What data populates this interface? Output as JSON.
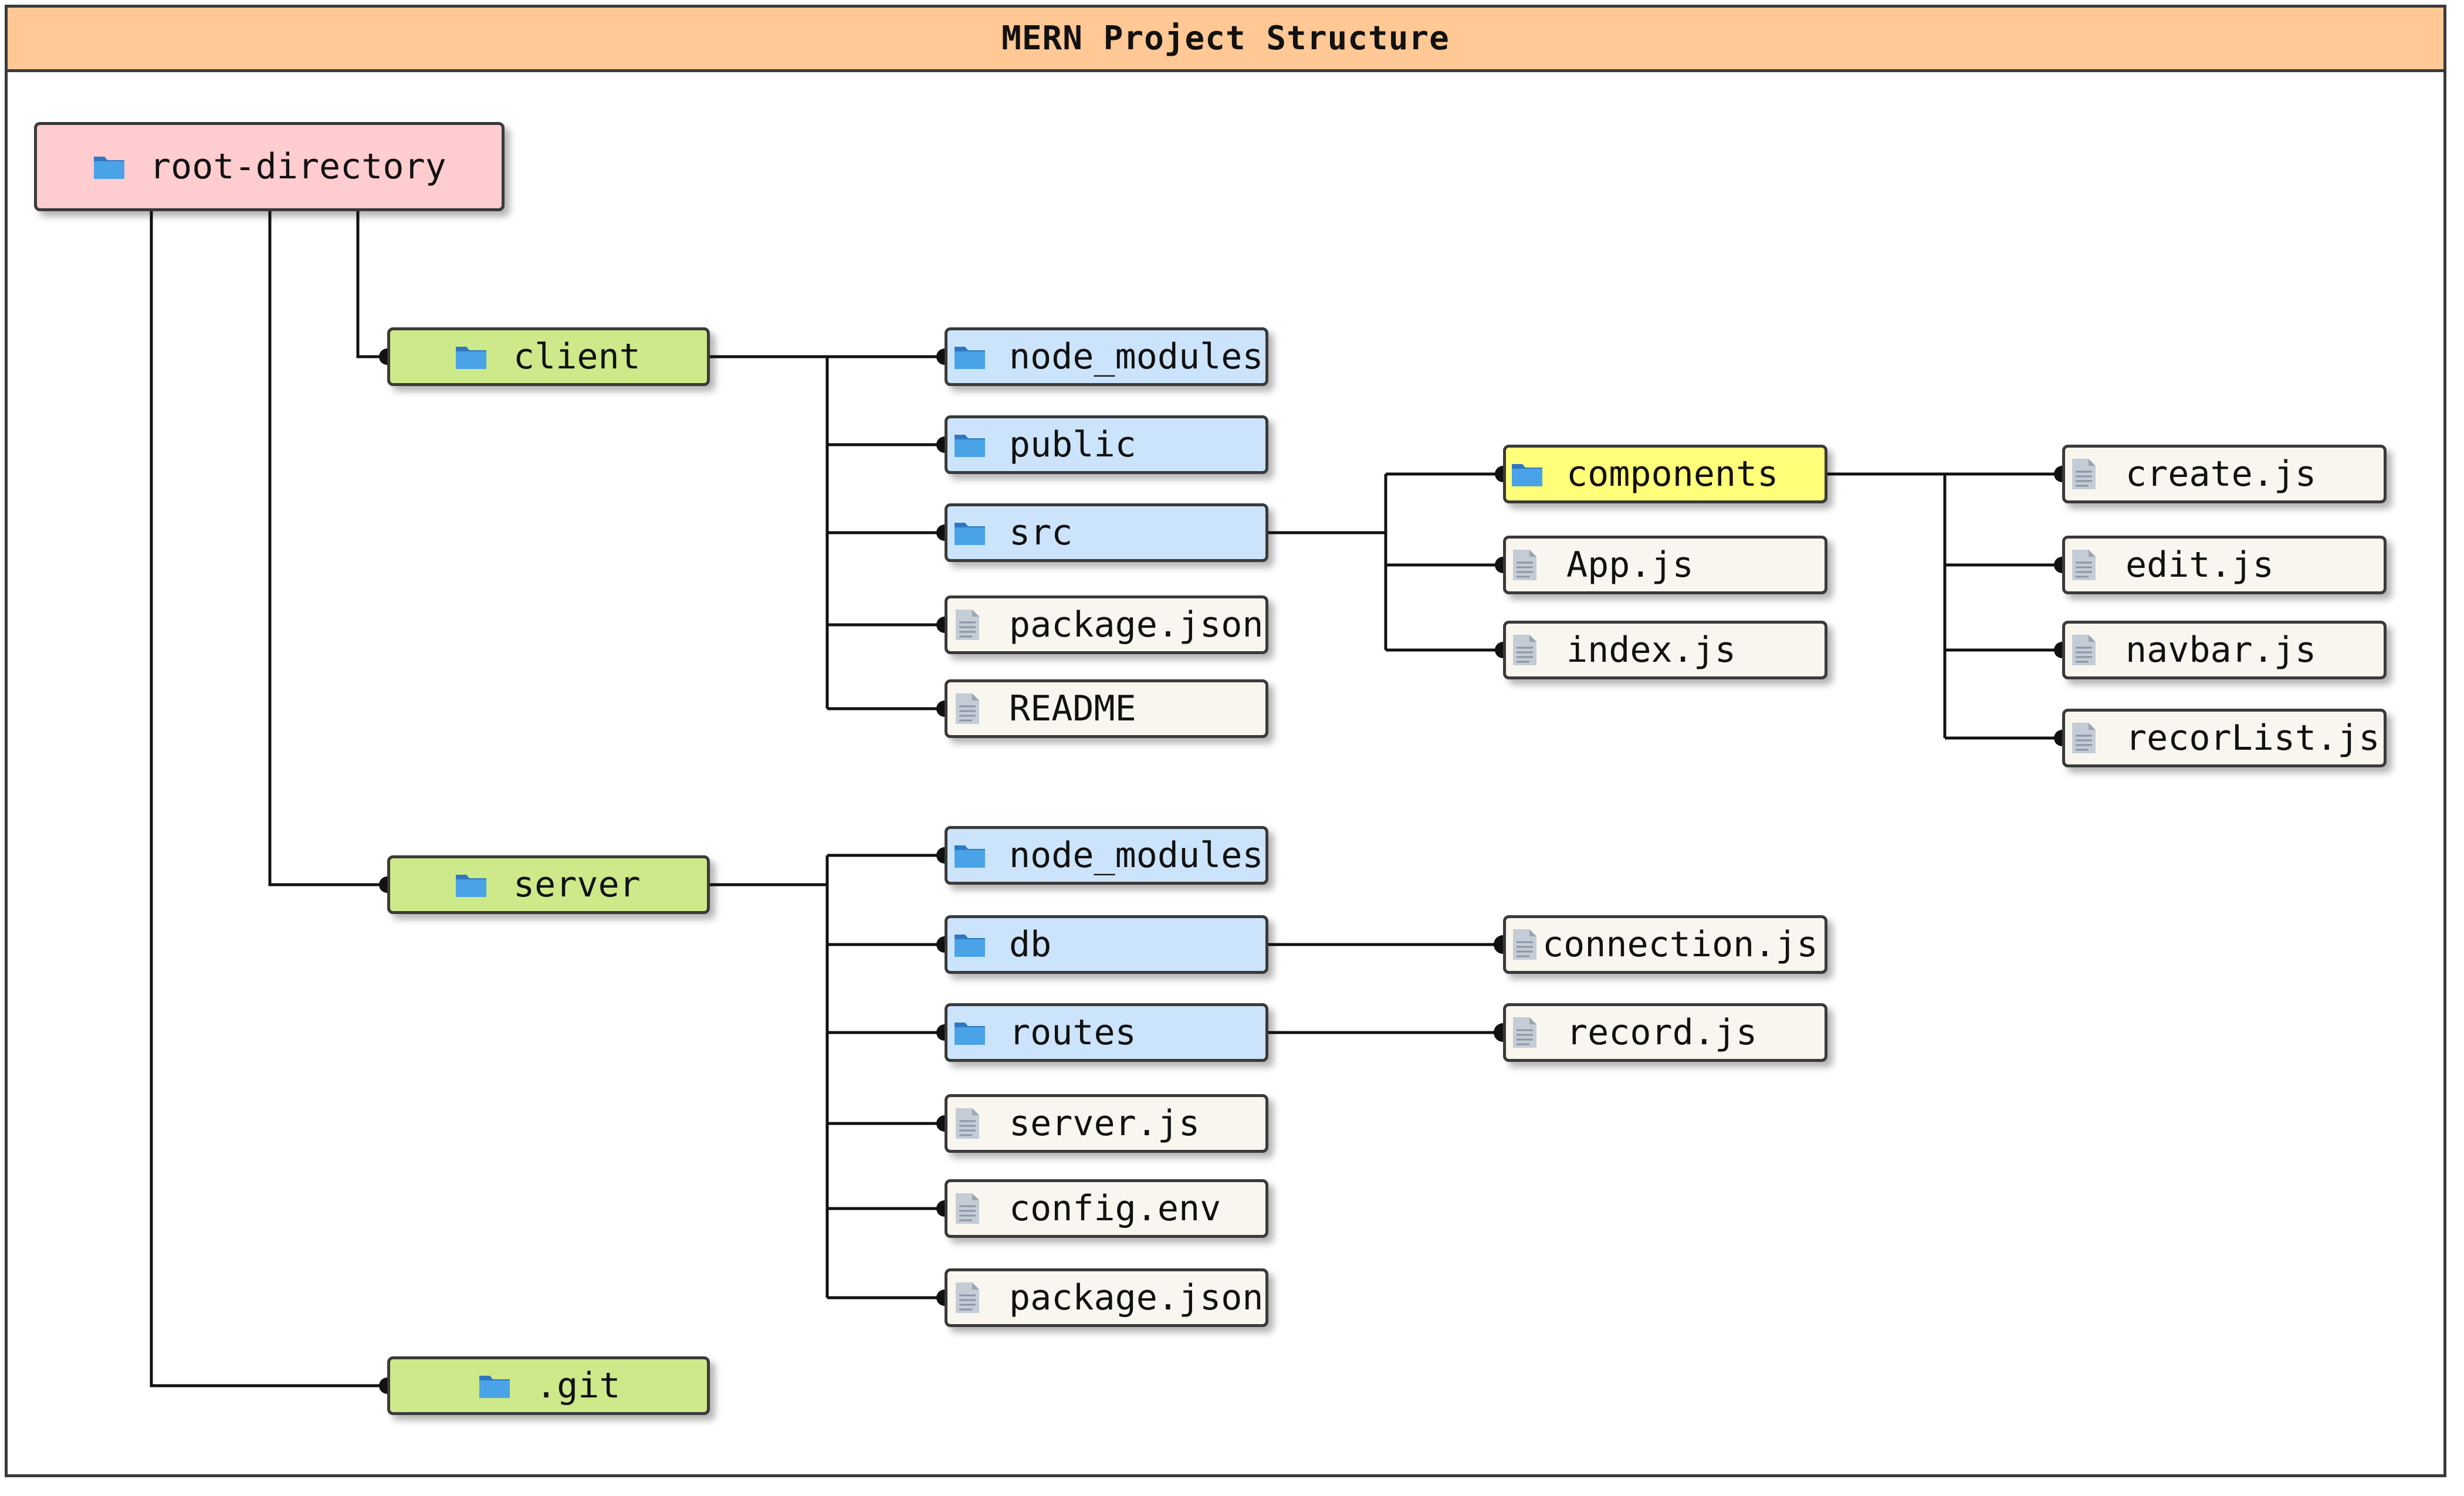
{
  "title": "MERN Project Structure",
  "colors": {
    "title_bg": "#ffc894",
    "root_bg": "#ffcccf",
    "top_folder_bg": "#cde98a",
    "folder_bg": "#cbe4fb",
    "file_bg": "#f8f6ee",
    "highlight_bg": "#ffff7a",
    "folder_icon": "#4aa3e6",
    "line": "#111111"
  },
  "tree": {
    "root": {
      "label": "root-directory",
      "icon": "folder-icon"
    },
    "client": {
      "label": "client",
      "icon": "folder-icon",
      "children": [
        {
          "label": "node_modules",
          "icon": "folder-icon"
        },
        {
          "label": "public",
          "icon": "folder-icon"
        },
        {
          "label": "src",
          "icon": "folder-icon"
        },
        {
          "label": "package.json",
          "icon": "file-icon"
        },
        {
          "label": "README",
          "icon": "file-icon"
        }
      ],
      "src_children": [
        {
          "label": "components",
          "icon": "folder-icon"
        },
        {
          "label": "App.js",
          "icon": "file-icon"
        },
        {
          "label": "index.js",
          "icon": "file-icon"
        }
      ],
      "components_children": [
        {
          "label": "create.js",
          "icon": "file-icon"
        },
        {
          "label": "edit.js",
          "icon": "file-icon"
        },
        {
          "label": "navbar.js",
          "icon": "file-icon"
        },
        {
          "label": "recorList.js",
          "icon": "file-icon"
        }
      ]
    },
    "server": {
      "label": "server",
      "icon": "folder-icon",
      "children": [
        {
          "label": "node_modules",
          "icon": "folder-icon"
        },
        {
          "label": "db",
          "icon": "folder-icon"
        },
        {
          "label": "routes",
          "icon": "folder-icon"
        },
        {
          "label": "server.js",
          "icon": "file-icon"
        },
        {
          "label": "config.env",
          "icon": "file-icon"
        },
        {
          "label": "package.json",
          "icon": "file-icon"
        }
      ],
      "db_children": [
        {
          "label": "connection.js",
          "icon": "file-icon"
        }
      ],
      "routes_children": [
        {
          "label": "record.js",
          "icon": "file-icon"
        }
      ]
    },
    "git": {
      "label": ".git",
      "icon": "folder-icon"
    }
  }
}
